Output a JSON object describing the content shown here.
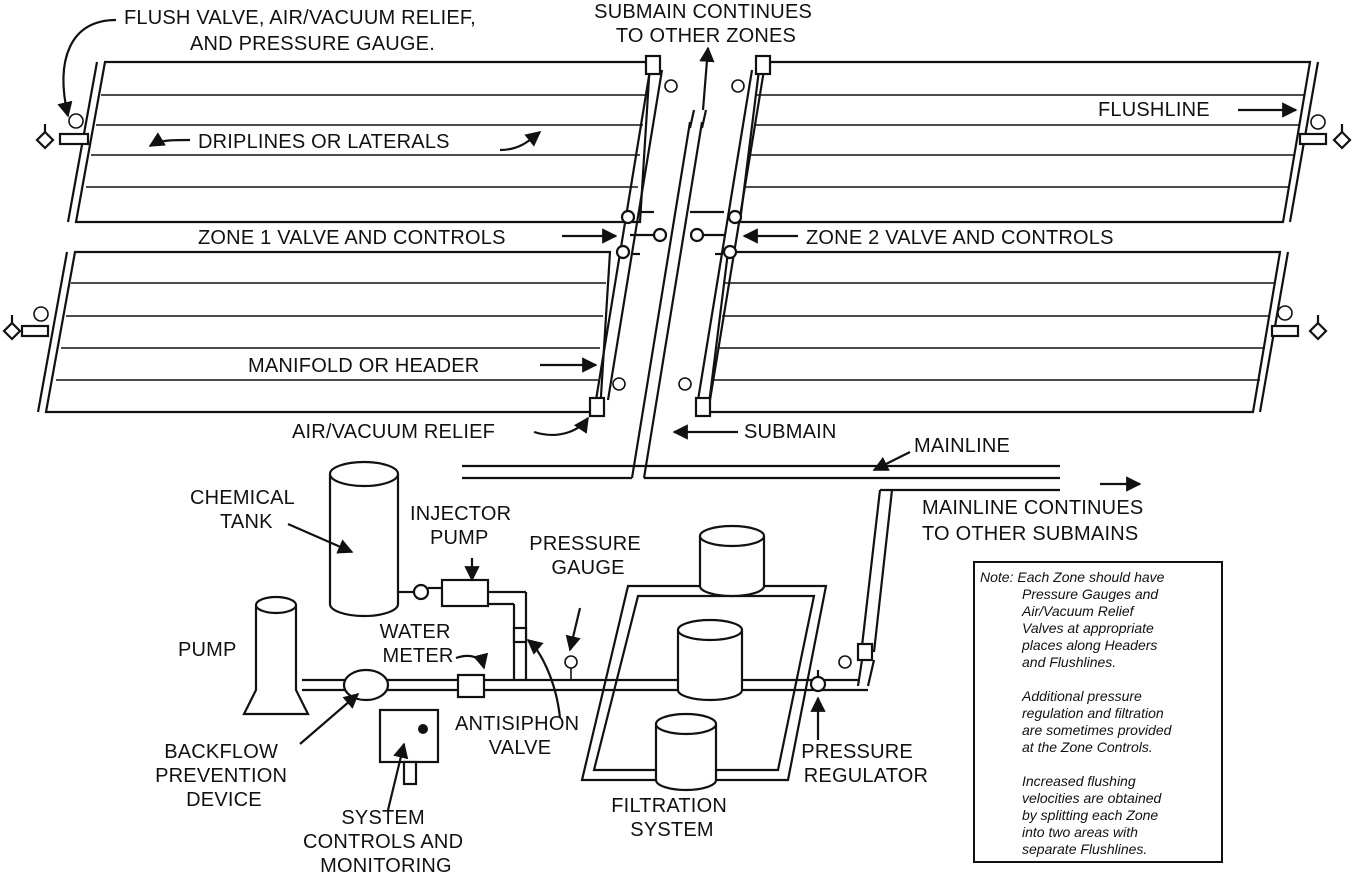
{
  "labels": {
    "flush_valve": [
      "FLUSH VALVE, AIR/VACUUM RELIEF,",
      "AND PRESSURE GAUGE."
    ],
    "submain_continues": [
      "SUBMAIN CONTINUES",
      "TO OTHER ZONES"
    ],
    "driplines": "DRIPLINES OR LATERALS",
    "flushline": "FLUSHLINE",
    "zone1": "ZONE 1 VALVE AND CONTROLS",
    "zone2": "ZONE 2 VALVE AND CONTROLS",
    "manifold": "MANIFOLD OR HEADER",
    "air_vacuum": "AIR/VACUUM RELIEF",
    "submain": "SUBMAIN",
    "mainline": "MAINLINE",
    "mainline_continues": [
      "MAINLINE CONTINUES",
      "TO OTHER SUBMAINS"
    ],
    "chemical_tank": [
      "CHEMICAL",
      "TANK"
    ],
    "injector_pump": [
      "INJECTOR",
      "PUMP"
    ],
    "pressure_gauge": [
      "PRESSURE",
      "GAUGE"
    ],
    "water_meter": [
      "WATER",
      "METER"
    ],
    "pump": "PUMP",
    "backflow": [
      "BACKFLOW",
      "PREVENTION",
      "DEVICE"
    ],
    "antisiphon": [
      "ANTISIPHON",
      "VALVE"
    ],
    "system_controls": [
      "SYSTEM",
      "CONTROLS AND",
      "MONITORING"
    ],
    "filtration": [
      "FILTRATION",
      "SYSTEM"
    ],
    "pressure_regulator": [
      "PRESSURE",
      "REGULATOR"
    ]
  },
  "note": {
    "lines": [
      "Note: Each Zone should have",
      "Pressure Gauges and",
      "Air/Vacuum Relief",
      "Valves at appropriate",
      "places along Headers",
      "and Flushlines.",
      "",
      "Additional pressure",
      "regulation and filtration",
      "are sometimes provided",
      "at the Zone Controls.",
      "",
      "Increased flushing",
      "velocities are obtained",
      "by splitting each Zone",
      "into two areas with",
      "separate Flushlines."
    ]
  },
  "colors": {
    "ink": "#111111",
    "paper": "#ffffff"
  }
}
